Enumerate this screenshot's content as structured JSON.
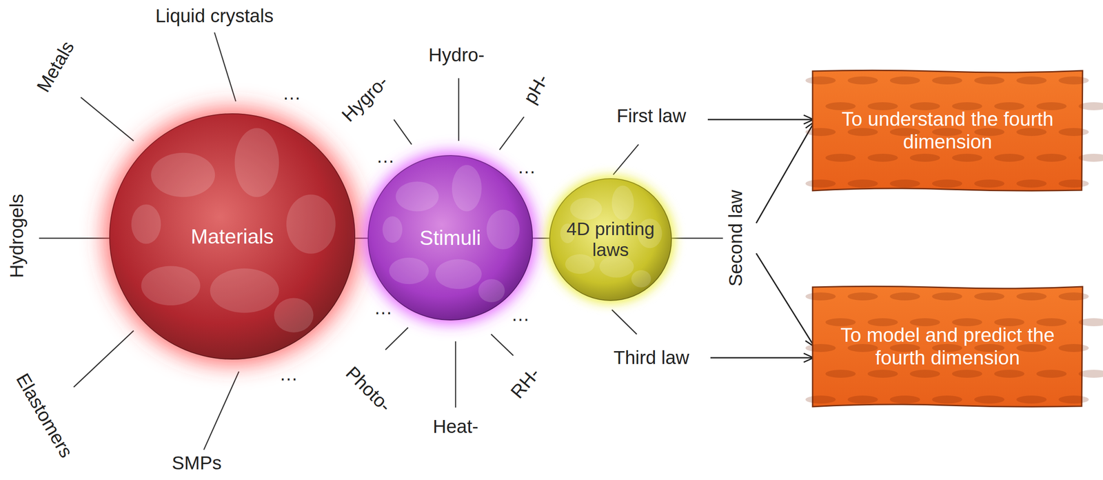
{
  "diagram": {
    "nodes": [
      {
        "text": [
          "Materials"
        ]
      },
      {
        "text": [
          "Stimuli"
        ]
      },
      {
        "text": [
          "4D printing laws"
        ]
      },
      {
        "text": [
          "To understand the fourth dimension"
        ]
      },
      {
        "text": [
          "To model and predict the fourth dimension"
        ]
      }
    ],
    "labels": [
      "Liquid crystals",
      "Metals",
      "…",
      "Hydrogels",
      "Elastomers",
      "…",
      "SMPs",
      "Hygro-",
      "Hydro-",
      "pH-",
      "…",
      "…",
      "…",
      "…",
      "Photo-",
      "Heat-",
      "RH-",
      "First law",
      "Second law",
      "Third law"
    ]
  }
}
